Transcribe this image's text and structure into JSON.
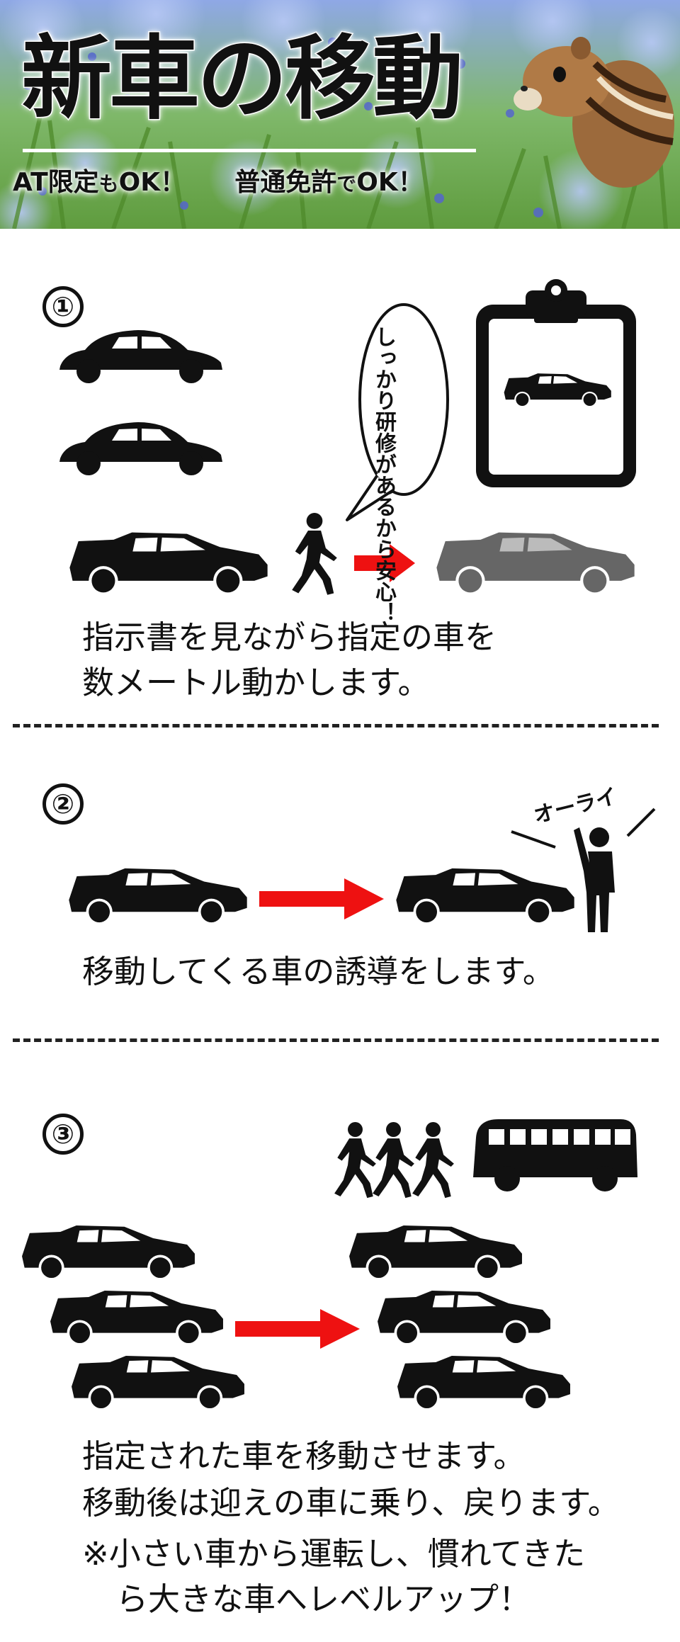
{
  "header": {
    "title": "新車の移動",
    "subtitle_part1": "AT限定",
    "subtitle_mo": "も",
    "subtitle_ok1": "OK！",
    "subtitle_part2": "普通免許",
    "subtitle_de": "で",
    "subtitle_ok2": "OK！"
  },
  "steps": [
    {
      "number": "①",
      "bubble": "しっかり研修があるから安心！",
      "description_lines": [
        "指示書を見ながら指定の車を",
        "数メートル動かします。"
      ]
    },
    {
      "number": "②",
      "callout": "オーライ",
      "description_lines": [
        "移動してくる車の誘導をします。"
      ]
    },
    {
      "number": "③",
      "description_lines": [
        "指定された車を移動させます。",
        "移動後は迎えの車に乗り、戻ります。"
      ],
      "note_lines": [
        "※小さい車から運転し、慣れてきた",
        "ら大きな車へレベルアップ！"
      ]
    }
  ],
  "colors": {
    "silhouette": "#111111",
    "grey_car": "#666666",
    "arrow": "#ee1111"
  },
  "icons": [
    "beetle-car-icon",
    "hatchback-car-icon",
    "walking-person-icon",
    "clipboard-icon",
    "waving-person-icon",
    "van-icon",
    "group-walking-icon",
    "arrow-right-icon",
    "chipmunk-image"
  ]
}
